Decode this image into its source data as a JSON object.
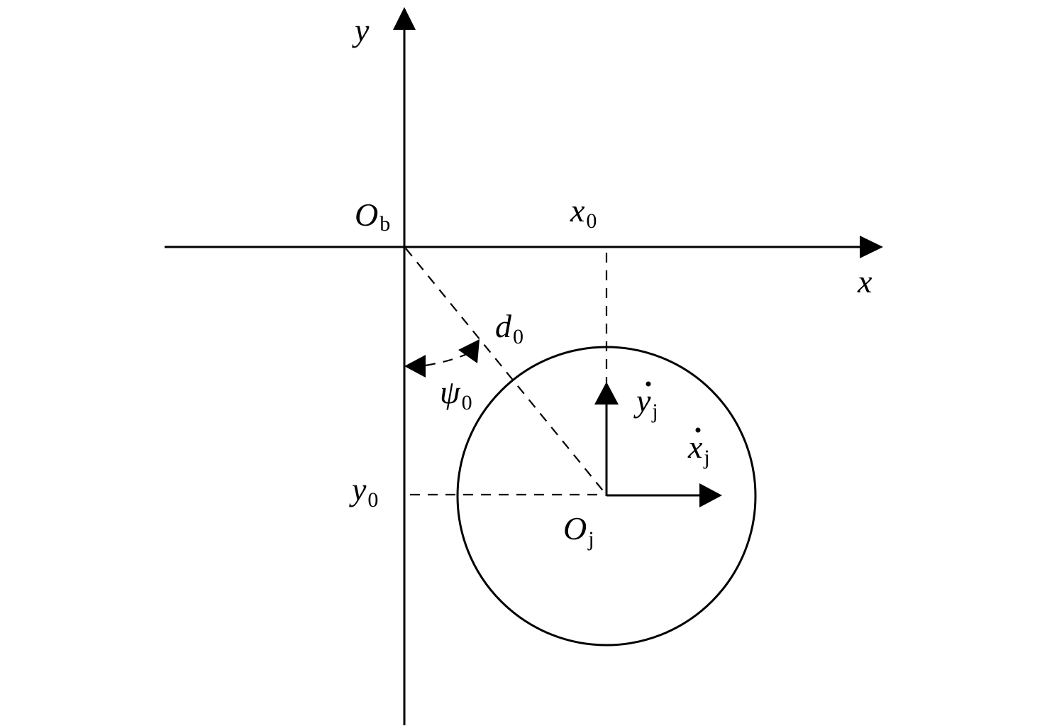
{
  "labels": {
    "y_axis": {
      "main": "y",
      "sub": ""
    },
    "x_axis": {
      "main": "x",
      "sub": ""
    },
    "origin_b": {
      "main": "O",
      "sub": "b"
    },
    "x0": {
      "main": "x",
      "sub": "0"
    },
    "y0": {
      "main": "y",
      "sub": "0"
    },
    "d0": {
      "main": "d",
      "sub": "0"
    },
    "psi0": {
      "main": "ψ",
      "sub": "0"
    },
    "origin_j": {
      "main": "O",
      "sub": "j"
    },
    "ydot_j": {
      "main": "y",
      "sub": "j"
    },
    "xdot_j": {
      "main": "x",
      "sub": "j"
    }
  },
  "colors": {
    "stroke": "#000000",
    "background": "#ffffff"
  }
}
